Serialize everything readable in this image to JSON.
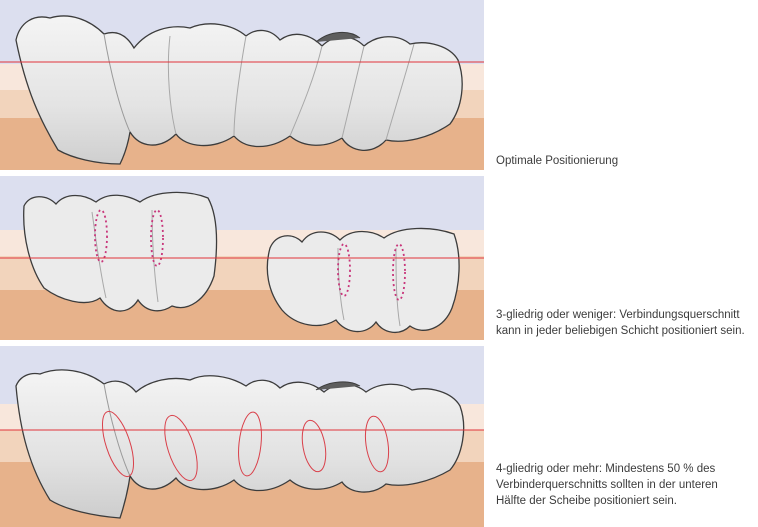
{
  "colors": {
    "layer_top": "#dcdfef",
    "layer_2": "#f8e7dc",
    "layer_3": "#f2d4bc",
    "layer_bottom": "#e7b28b",
    "red_line": "#e0333a",
    "connector_dots": "#c8357a",
    "connector_ellipse": "#d9404a",
    "tooth_outline": "#3c3c3c",
    "tooth_fill": "#e9e9e9",
    "caption_text": "#3c3c3c"
  },
  "captions": {
    "optimal": "Optimale Positionierung",
    "three_unit": {
      "line1": "3-gliedrig oder weniger: Verbindungsquerschnitt",
      "line2": "kann in jeder beliebigen Schicht positioniert sein."
    },
    "four_unit": {
      "line1": "4-gliedrig oder mehr: Mindestens 50 % des",
      "line2": "Verbinderquerschnitts sollten in der unteren",
      "line3": "Hälfte der Scheibe positioniert sein."
    }
  }
}
